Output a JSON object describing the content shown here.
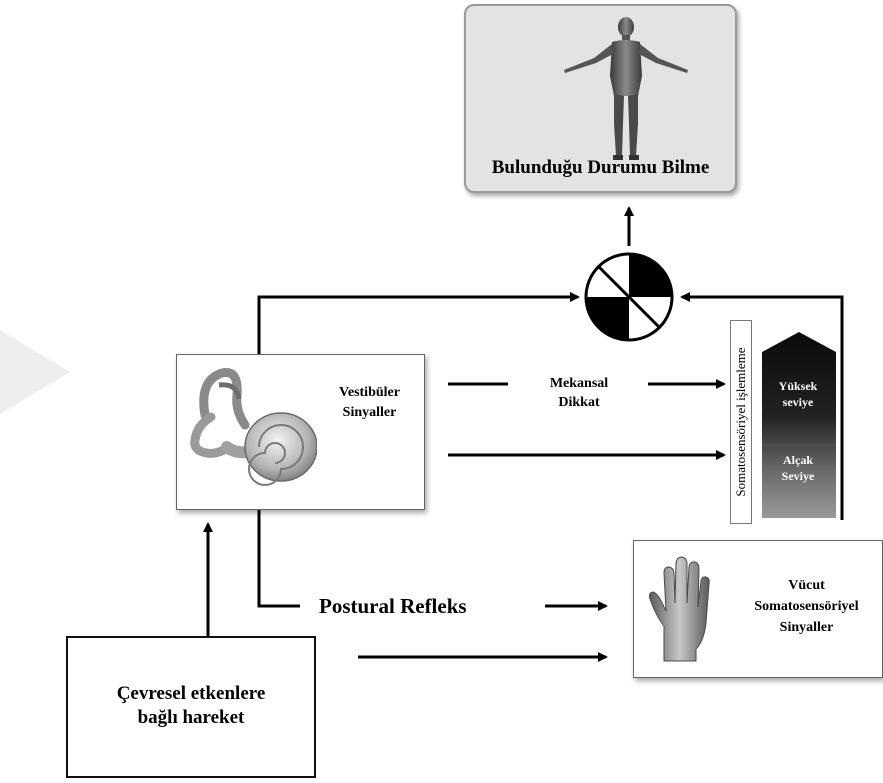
{
  "diagram": {
    "top_label": "Bulunduğu Durumu Bilme",
    "vestibular_label_1": "Vestibüler",
    "vestibular_label_2": "Sinyaller",
    "spatial_attention_1": "Mekansal",
    "spatial_attention_2": "Dikkat",
    "processing_label": "Somatosensöriyel işlemleme",
    "high_level_1": "Yüksek",
    "high_level_2": "seviye",
    "low_level_1": "Alçak",
    "low_level_2": "Seviye",
    "postural_reflex": "Postural Refleks",
    "body_label_1": "Vücut",
    "body_label_2": "Somatosensöriyel",
    "body_label_3": "Sinyaller",
    "environment_label_1": "Çevresel etkenlere",
    "environment_label_2": "bağlı hareket"
  }
}
